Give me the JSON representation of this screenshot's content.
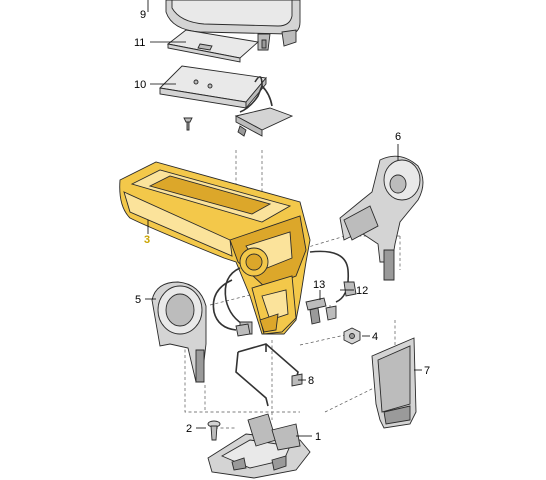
{
  "diagram": {
    "callouts": [
      {
        "id": "1",
        "label": "1"
      },
      {
        "id": "2",
        "label": "2"
      },
      {
        "id": "3",
        "label": "3"
      },
      {
        "id": "4",
        "label": "4"
      },
      {
        "id": "5",
        "label": "5"
      },
      {
        "id": "6",
        "label": "6"
      },
      {
        "id": "7",
        "label": "7"
      },
      {
        "id": "8",
        "label": "8"
      },
      {
        "id": "9",
        "label": "9"
      },
      {
        "id": "10",
        "label": "10"
      },
      {
        "id": "11",
        "label": "11"
      },
      {
        "id": "12",
        "label": "12"
      },
      {
        "id": "13",
        "label": "13"
      }
    ],
    "highlight_part": "3",
    "colors": {
      "highlight": "#f3c84a",
      "highlight_label": "#c9a400",
      "part_grey": "#d4d4d4",
      "outline": "#2b2b2b"
    }
  }
}
